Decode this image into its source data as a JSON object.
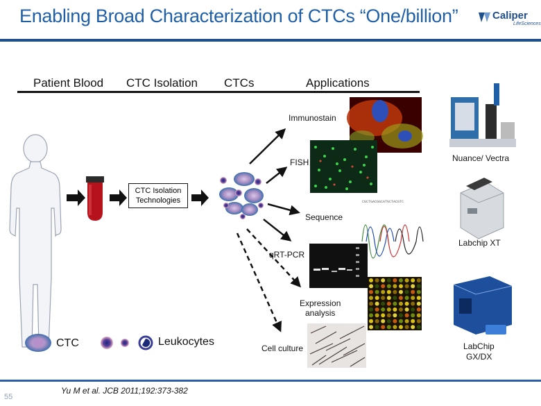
{
  "slide": {
    "title": "Enabling Broad Characterization of CTCs “One/billion”",
    "number": "55",
    "citation": "Yu M et al. JCB 2011;192:373-382"
  },
  "logo": {
    "name": "Caliper",
    "sub": "LifeSciences"
  },
  "workflow": {
    "headers": [
      "Patient Blood",
      "CTC Isolation",
      "CTCs",
      "Applications"
    ],
    "isolation_box": [
      "CTC Isolation",
      "Technologies"
    ],
    "applications": [
      "Immunostain",
      "FISH",
      "Sequence",
      "qRT-PCR",
      "Expression",
      "analysis",
      "Cell culture"
    ]
  },
  "legend": {
    "ctc": "CTC",
    "leukocytes": "Leukocytes"
  },
  "instruments": [
    "Nuance/ Vectra",
    "Labchip XT",
    "LabChip",
    "GX/DX"
  ],
  "colors": {
    "title_blue": "#1f5fa8",
    "rule_navy": "#1f4e8c"
  }
}
